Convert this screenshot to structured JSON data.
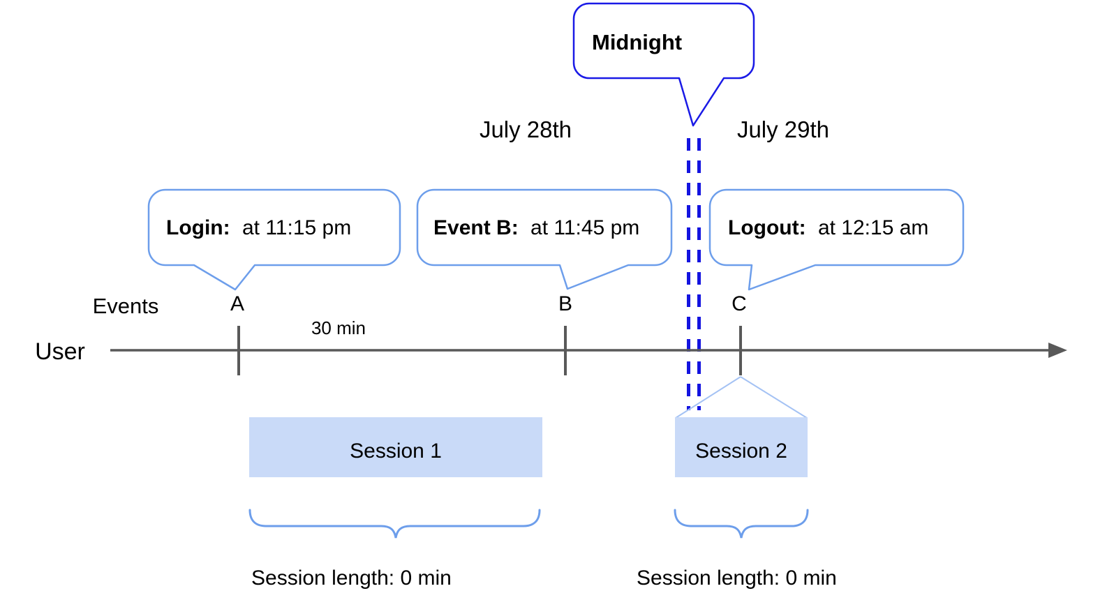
{
  "diagram": {
    "midnight": {
      "label": "Midnight"
    },
    "dates": {
      "left": "July 28th",
      "right": "July 29th"
    },
    "axis": {
      "events_row_label": "Events",
      "user_row_label": "User",
      "interval_label": "30 min"
    },
    "events": [
      {
        "id": "A",
        "callout_bold": "Login:",
        "callout_text": "at 11:15 pm"
      },
      {
        "id": "B",
        "callout_bold": "Event B:",
        "callout_text": "at 11:45 pm"
      },
      {
        "id": "C",
        "callout_bold": "Logout:",
        "callout_text": "at 12:15 am"
      }
    ],
    "sessions": [
      {
        "name": "Session 1",
        "length_label": "Session length: 0 min"
      },
      {
        "name": "Session 2",
        "length_label": "Session length: 0 min"
      }
    ],
    "colors": {
      "callout_border": "#6d9eeb",
      "midnight_border": "#1a1ae6",
      "midnight_dash": "#1414e0",
      "session_fill": "#c9daf8",
      "zoom_line": "#a4c2f4",
      "brace": "#6d9eeb",
      "axis": "#595959"
    }
  }
}
